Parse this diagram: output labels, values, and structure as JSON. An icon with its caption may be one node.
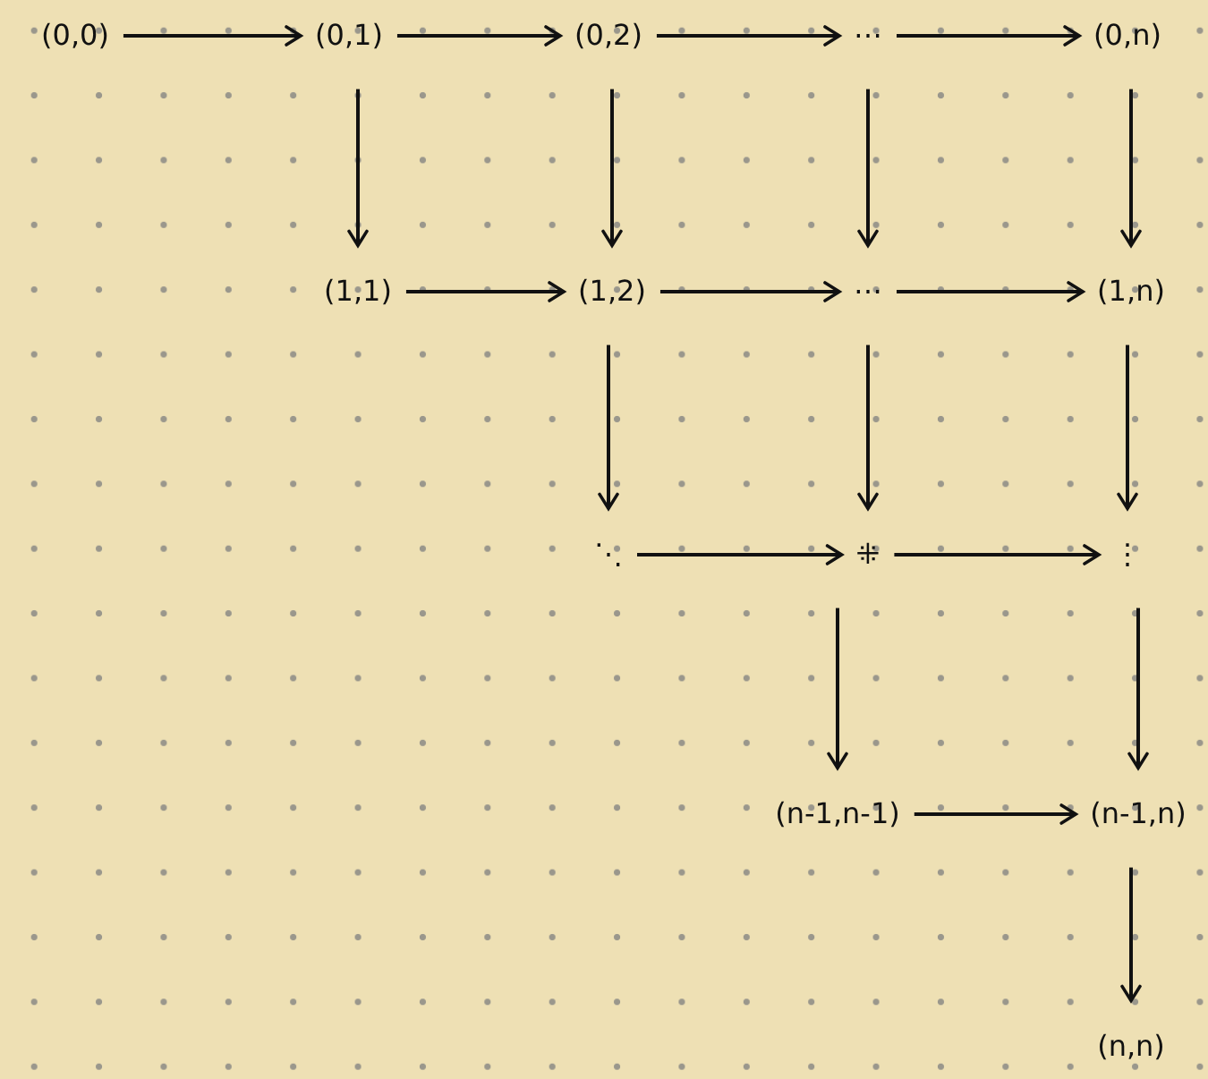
{
  "diagram": {
    "nodes": [
      {
        "text": [
          "(0,0)"
        ]
      },
      {
        "text": [
          "(0,1)"
        ]
      },
      {
        "text": [
          "(0,2)"
        ]
      },
      {
        "text": [
          "⋯"
        ]
      },
      {
        "text": [
          "(0,n)"
        ]
      },
      {
        "text": [
          "(1,1)"
        ]
      },
      {
        "text": [
          "(1,2)"
        ]
      },
      {
        "text": [
          "⋯"
        ]
      },
      {
        "text": [
          "(1,n)"
        ]
      },
      {
        "text": [
          "⋱"
        ]
      },
      {
        "text": [
          "⁜"
        ]
      },
      {
        "text": [
          "⋮"
        ]
      },
      {
        "text": [
          "(n-1,n-1)"
        ]
      },
      {
        "text": [
          "(n-1,n)"
        ]
      },
      {
        "text": [
          "(n,n)"
        ]
      }
    ],
    "edges": [
      {
        "from": 0,
        "to": 1,
        "arrow": "to"
      },
      {
        "from": 1,
        "to": 2,
        "arrow": "to"
      },
      {
        "from": 2,
        "to": 3,
        "arrow": "to"
      },
      {
        "from": 3,
        "to": 4,
        "arrow": "to"
      },
      {
        "from": 1,
        "to": 5,
        "arrow": "to"
      },
      {
        "from": 2,
        "to": 6,
        "arrow": "to"
      },
      {
        "from": 3,
        "to": 7,
        "arrow": "to"
      },
      {
        "from": 4,
        "to": 8,
        "arrow": "to"
      },
      {
        "from": 5,
        "to": 6,
        "arrow": "to"
      },
      {
        "from": 6,
        "to": 7,
        "arrow": "to"
      },
      {
        "from": 7,
        "to": 8,
        "arrow": "to"
      },
      {
        "from": 6,
        "to": 9,
        "arrow": "to"
      },
      {
        "from": 7,
        "to": 10,
        "arrow": "to"
      },
      {
        "from": 8,
        "to": 11,
        "arrow": "to"
      },
      {
        "from": 9,
        "to": 10,
        "arrow": "to"
      },
      {
        "from": 10,
        "to": 11,
        "arrow": "to"
      },
      {
        "from": 10,
        "to": 12,
        "arrow": "to"
      },
      {
        "from": 11,
        "to": 13,
        "arrow": "to"
      },
      {
        "from": 12,
        "to": 13,
        "arrow": "to"
      },
      {
        "from": 13,
        "to": 14,
        "arrow": "to"
      }
    ]
  }
}
